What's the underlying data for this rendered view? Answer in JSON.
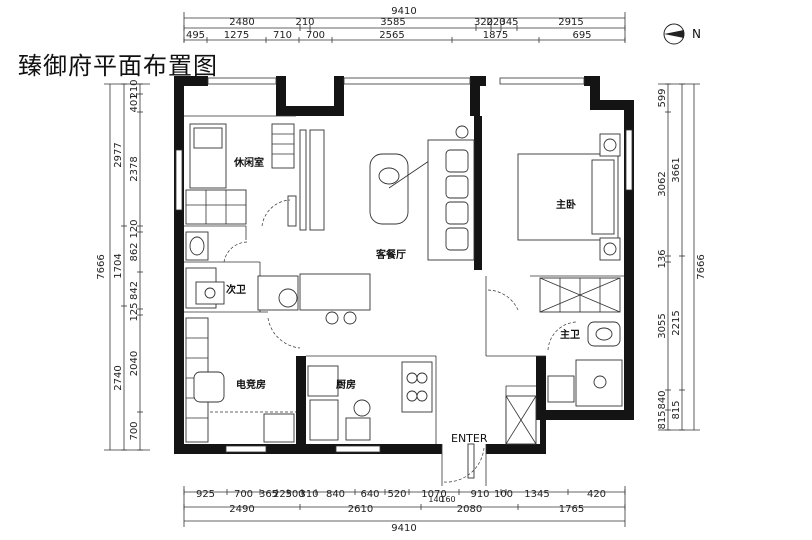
{
  "title": "臻御府平面布置图",
  "compass": {
    "label": "N"
  },
  "dimensions": {
    "top_total": "9410",
    "top_row2": [
      "2480",
      "210",
      "3585",
      "320",
      "220",
      "345",
      "2915"
    ],
    "top_row3": [
      "495",
      "1275",
      "710",
      "700",
      "2565",
      "1875",
      "695"
    ],
    "bottom_row1": [
      "925",
      "700",
      "365",
      "225",
      "300",
      "310",
      "840",
      "640",
      "520",
      "1070",
      "910",
      "100",
      "1345",
      "420"
    ],
    "bottom_row_small": [
      "140",
      "160"
    ],
    "bottom_row2": [
      "2490",
      "2610",
      "2080",
      "1765"
    ],
    "bottom_total": "9410",
    "left_outer": "7666",
    "left_mid": [
      "2977",
      "1704",
      "2740"
    ],
    "left_inner": [
      "210",
      "401",
      "2378",
      "120",
      "862",
      "842",
      "125",
      "2040",
      "700"
    ],
    "right_outer": "7666",
    "right_mid": [
      "3661",
      "2215",
      "815"
    ],
    "right_inner": [
      "599",
      "3062",
      "136",
      "3055",
      "840",
      "815"
    ]
  },
  "rooms": {
    "study": "休闲室",
    "living": "客餐厅",
    "master_bedroom": "主卧",
    "second_bath": "次卫",
    "master_bath": "主卫",
    "esports_room": "电竞房",
    "kitchen": "厨房"
  },
  "entry": {
    "label": "ENTER"
  }
}
